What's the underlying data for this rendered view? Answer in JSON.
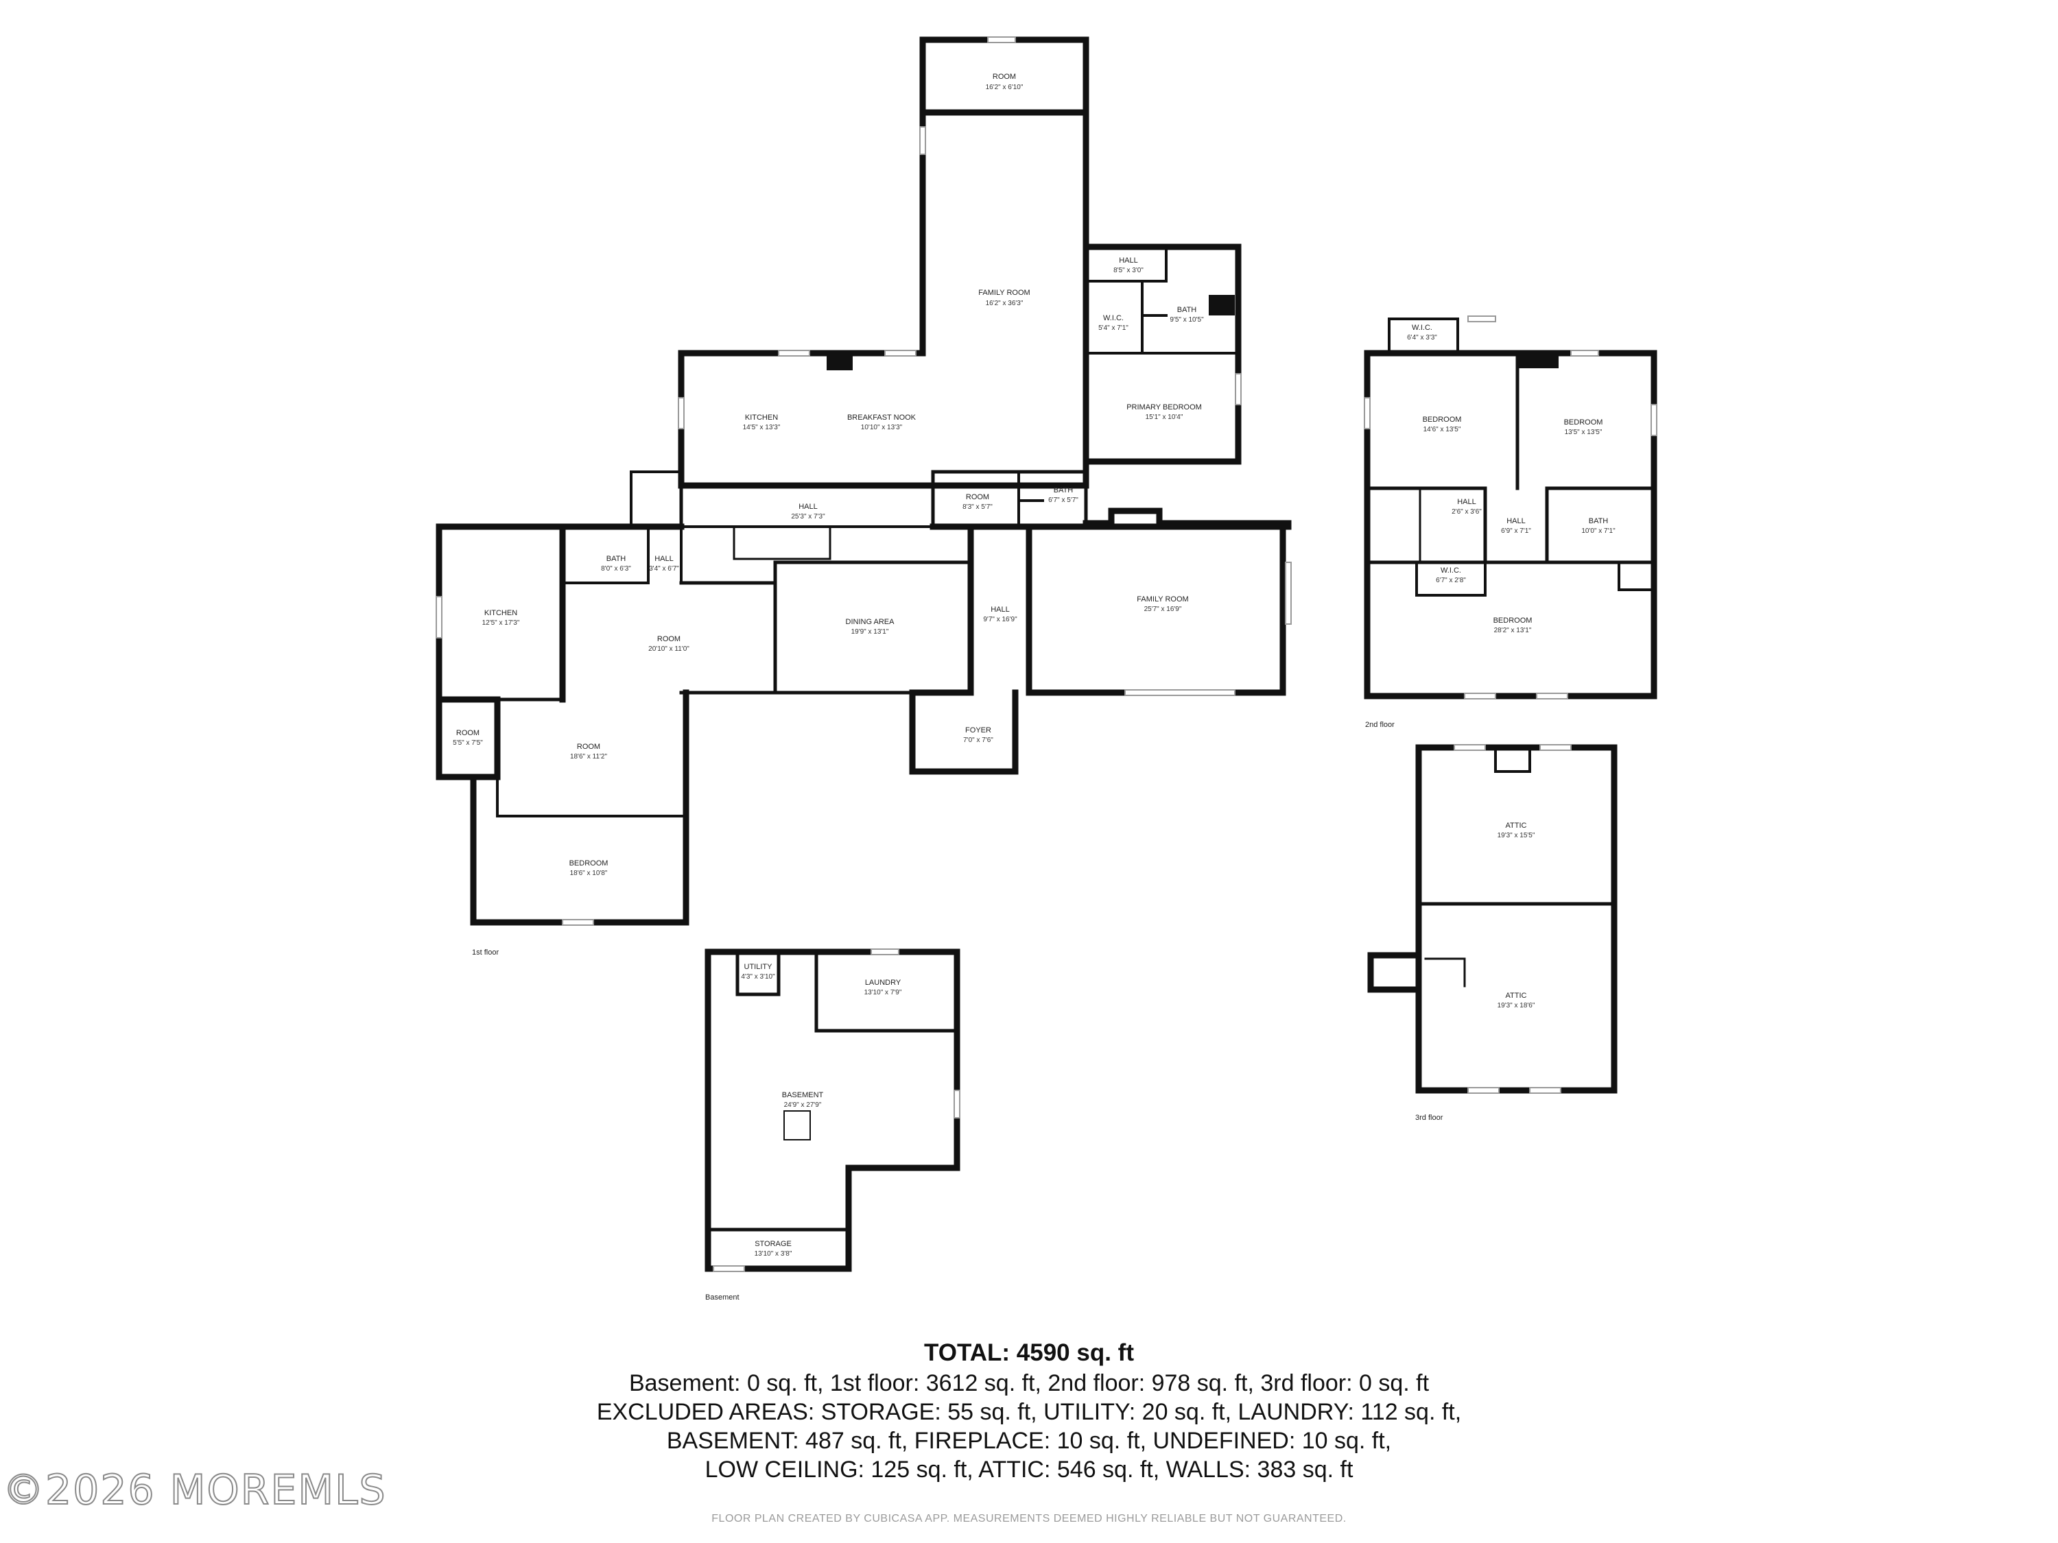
{
  "floors": [
    {
      "label": "1st floor",
      "rooms": [
        {
          "id": "room-top",
          "name": "ROOM",
          "dim": "16'2\" x 6'10\""
        },
        {
          "id": "family-room-1",
          "name": "FAMILY ROOM",
          "dim": "16'2\" x 36'3\""
        },
        {
          "id": "hall-a",
          "name": "HALL",
          "dim": "8'5\" x 3'0\""
        },
        {
          "id": "wic-a",
          "name": "W.I.C.",
          "dim": "5'4\" x 7'1\""
        },
        {
          "id": "bath-a",
          "name": "BATH",
          "dim": "9'5\" x 10'5\""
        },
        {
          "id": "primary-bedroom",
          "name": "PRIMARY BEDROOM",
          "dim": "15'1\" x 10'4\""
        },
        {
          "id": "kitchen-1",
          "name": "KITCHEN",
          "dim": "14'5\" x 13'3\""
        },
        {
          "id": "breakfast-nook",
          "name": "BREAKFAST NOOK",
          "dim": "10'10\" x 13'3\""
        },
        {
          "id": "hall-b",
          "name": "HALL",
          "dim": "25'3\" x 7'3\""
        },
        {
          "id": "room-b",
          "name": "ROOM",
          "dim": "8'3\" x 5'7\""
        },
        {
          "id": "bath-b",
          "name": "BATH",
          "dim": "6'7\" x 5'7\""
        },
        {
          "id": "family-room-2",
          "name": "FAMILY ROOM",
          "dim": "25'7\" x 16'9\""
        },
        {
          "id": "kitchen-2",
          "name": "KITCHEN",
          "dim": "12'5\" x 17'3\""
        },
        {
          "id": "bath-c",
          "name": "BATH",
          "dim": "8'0\" x 6'3\""
        },
        {
          "id": "hall-c",
          "name": "HALL",
          "dim": "3'4\" x 6'7\""
        },
        {
          "id": "room-c",
          "name": "ROOM",
          "dim": "20'10\" x 11'0\""
        },
        {
          "id": "dining-area",
          "name": "DINING AREA",
          "dim": "19'9\" x 13'1\""
        },
        {
          "id": "hall-d",
          "name": "HALL",
          "dim": "9'7\" x 16'9\""
        },
        {
          "id": "foyer",
          "name": "FOYER",
          "dim": "7'0\" x 7'6\""
        },
        {
          "id": "room-d",
          "name": "ROOM",
          "dim": "5'5\" x 7'5\""
        },
        {
          "id": "room-e",
          "name": "ROOM",
          "dim": "18'6\" x 11'2\""
        },
        {
          "id": "bedroom-1",
          "name": "BEDROOM",
          "dim": "18'6\" x 10'8\""
        }
      ]
    },
    {
      "label": "2nd floor",
      "rooms": [
        {
          "id": "wic-b",
          "name": "W.I.C.",
          "dim": "6'4\" x 3'3\""
        },
        {
          "id": "bedroom-2a",
          "name": "BEDROOM",
          "dim": "14'6\" x 13'5\""
        },
        {
          "id": "bedroom-2b",
          "name": "BEDROOM",
          "dim": "13'5\" x 13'5\""
        },
        {
          "id": "hall-e",
          "name": "HALL",
          "dim": "2'6\" x 3'6\""
        },
        {
          "id": "hall-f",
          "name": "HALL",
          "dim": "6'9\" x 7'1\""
        },
        {
          "id": "bath-d",
          "name": "BATH",
          "dim": "10'0\" x 7'1\""
        },
        {
          "id": "wic-c",
          "name": "W.I.C.",
          "dim": "6'7\" x 2'8\""
        },
        {
          "id": "bedroom-2c",
          "name": "BEDROOM",
          "dim": "28'2\" x 13'1\""
        }
      ]
    },
    {
      "label": "3rd floor",
      "rooms": [
        {
          "id": "attic-a",
          "name": "ATTIC",
          "dim": "19'3\" x 15'5\""
        },
        {
          "id": "attic-b",
          "name": "ATTIC",
          "dim": "19'3\" x 18'6\""
        }
      ]
    },
    {
      "label": "Basement",
      "rooms": [
        {
          "id": "utility",
          "name": "UTILITY",
          "dim": "4'3\" x 3'10\""
        },
        {
          "id": "laundry",
          "name": "LAUNDRY",
          "dim": "13'10\" x 7'9\""
        },
        {
          "id": "basement",
          "name": "BASEMENT",
          "dim": "24'9\" x 27'9\""
        },
        {
          "id": "storage",
          "name": "STORAGE",
          "dim": "13'10\" x 3'8\""
        }
      ]
    }
  ],
  "totals": {
    "total": "TOTAL: 4590 sq. ft",
    "line1": "Basement: 0 sq. ft, 1st floor: 3612 sq. ft, 2nd floor: 978 sq. ft, 3rd floor: 0 sq. ft",
    "line2": "EXCLUDED AREAS: STORAGE: 55 sq. ft, UTILITY: 20 sq. ft, LAUNDRY: 112 sq. ft,",
    "line3": "BASEMENT: 487 sq. ft, FIREPLACE: 10 sq. ft, UNDEFINED: 10 sq. ft,",
    "line4": "LOW CEILING: 125 sq. ft, ATTIC: 546 sq. ft, WALLS: 383 sq. ft"
  },
  "disclaimer": "FLOOR PLAN CREATED BY CUBICASA APP. MEASUREMENTS DEEMED HIGHLY RELIABLE BUT NOT GUARANTEED.",
  "watermark": "©2026 MOREMLS"
}
